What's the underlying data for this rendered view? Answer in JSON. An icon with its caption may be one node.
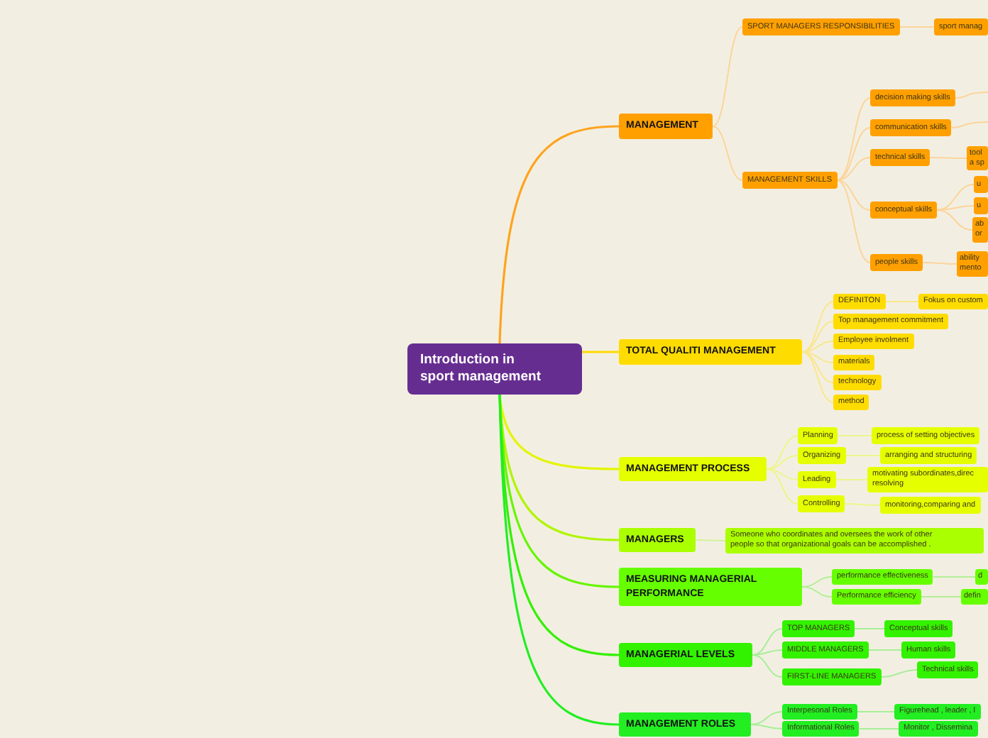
{
  "diagram": {
    "nodes": [
      {
        "text": [
          "Introduction in sport management"
        ]
      },
      {
        "text": [
          "MANAGEMENT"
        ]
      },
      {
        "text": [
          "SPORT MANAGERS RESPONSIBILITIES"
        ]
      },
      {
        "text": [
          "sport manag"
        ]
      },
      {
        "text": [
          "MANAGEMENT SKILLS"
        ]
      },
      {
        "text": [
          "decision making skills"
        ]
      },
      {
        "text": [
          "communication skills"
        ]
      },
      {
        "text": [
          "technical skills"
        ]
      },
      {
        "text": [
          "tool a sp"
        ]
      },
      {
        "text": [
          "conceptual skills"
        ]
      },
      {
        "text": [
          "u"
        ]
      },
      {
        "text": [
          "u"
        ]
      },
      {
        "text": [
          "ab or"
        ]
      },
      {
        "text": [
          "people skills"
        ]
      },
      {
        "text": [
          "ability mento"
        ]
      },
      {
        "text": [
          "TOTAL QUALITI MANAGEMENT"
        ]
      },
      {
        "text": [
          "DEFINITON"
        ]
      },
      {
        "text": [
          "Fokus on custom"
        ]
      },
      {
        "text": [
          "Top management commitment"
        ]
      },
      {
        "text": [
          "Employee involment"
        ]
      },
      {
        "text": [
          "materials"
        ]
      },
      {
        "text": [
          "technology"
        ]
      },
      {
        "text": [
          "method"
        ]
      },
      {
        "text": [
          "MANAGEMENT PROCESS"
        ]
      },
      {
        "text": [
          "Planning"
        ]
      },
      {
        "text": [
          "process of setting objectives"
        ]
      },
      {
        "text": [
          "Organizing"
        ]
      },
      {
        "text": [
          "arranging and structuring"
        ]
      },
      {
        "text": [
          "Leading"
        ]
      },
      {
        "text": [
          "motivating subordinates,direc resolving"
        ]
      },
      {
        "text": [
          "Controlling"
        ]
      },
      {
        "text": [
          "monitoring,comparing and"
        ]
      },
      {
        "text": [
          "MANAGERS"
        ]
      },
      {
        "text": [
          "Someone who coordinates and oversees the work of other people so that organizational goals can be accomplished ."
        ]
      },
      {
        "text": [
          "MEASURING MANAGERIAL PERFORMANCE"
        ]
      },
      {
        "text": [
          "performance effectiveness"
        ]
      },
      {
        "text": [
          "d"
        ]
      },
      {
        "text": [
          "Performance efficiency"
        ]
      },
      {
        "text": [
          "defin"
        ]
      },
      {
        "text": [
          "MANAGERIAL LEVELS"
        ]
      },
      {
        "text": [
          "TOP MANAGERS"
        ]
      },
      {
        "text": [
          "Conceptual skills"
        ]
      },
      {
        "text": [
          "MIDDLE MANAGERS"
        ]
      },
      {
        "text": [
          "Human skills"
        ]
      },
      {
        "text": [
          "FIRST-LINE MANAGERS"
        ]
      },
      {
        "text": [
          "Technical skills"
        ]
      },
      {
        "text": [
          "MANAGEMENT ROLES"
        ]
      },
      {
        "text": [
          "Interpesonal Roles"
        ]
      },
      {
        "text": [
          "Figurehead , leader , l"
        ]
      },
      {
        "text": [
          "Informational Roles"
        ]
      },
      {
        "text": [
          "Monitor , Dissemina"
        ]
      }
    ],
    "edges": [
      {
        "from": 0,
        "to": 1,
        "arrow": "none",
        "color": "#ffa31f"
      },
      {
        "from": 0,
        "to": 15,
        "arrow": "none",
        "color": "#ffd900"
      },
      {
        "from": 0,
        "to": 23,
        "arrow": "none",
        "color": "#e3f500"
      },
      {
        "from": 0,
        "to": 32,
        "arrow": "none",
        "color": "#b0f500"
      },
      {
        "from": 0,
        "to": 34,
        "arrow": "none",
        "color": "#66f500"
      },
      {
        "from": 0,
        "to": 39,
        "arrow": "none",
        "color": "#33f000"
      },
      {
        "from": 0,
        "to": 46,
        "arrow": "none",
        "color": "#22ee22"
      },
      {
        "from": 1,
        "to": 2,
        "arrow": "none",
        "color": "#fcd49a"
      },
      {
        "from": 2,
        "to": 3,
        "arrow": "none",
        "color": "#fcd49a"
      },
      {
        "from": 1,
        "to": 4,
        "arrow": "none",
        "color": "#fcd49a"
      },
      {
        "from": 4,
        "to": 5,
        "arrow": "none",
        "color": "#fcd49a"
      },
      {
        "from": 5,
        "to": null,
        "arrow": "none",
        "color": "#fcd49a"
      },
      {
        "from": 4,
        "to": 6,
        "arrow": "none",
        "color": "#fcd49a"
      },
      {
        "from": 6,
        "to": null,
        "arrow": "none",
        "color": "#fcd49a"
      },
      {
        "from": 4,
        "to": 7,
        "arrow": "none",
        "color": "#fcd49a"
      },
      {
        "from": 7,
        "to": 8,
        "arrow": "none",
        "color": "#fcd49a"
      },
      {
        "from": 4,
        "to": 9,
        "arrow": "none",
        "color": "#fcd49a"
      },
      {
        "from": 9,
        "to": 10,
        "arrow": "none",
        "color": "#fcd49a"
      },
      {
        "from": 9,
        "to": 11,
        "arrow": "none",
        "color": "#fcd49a"
      },
      {
        "from": 9,
        "to": 12,
        "arrow": "none",
        "color": "#fcd49a"
      },
      {
        "from": 4,
        "to": 13,
        "arrow": "none",
        "color": "#fcd49a"
      },
      {
        "from": 13,
        "to": 14,
        "arrow": "none",
        "color": "#fcd49a"
      },
      {
        "from": 15,
        "to": 16,
        "arrow": "none",
        "color": "#fbe68c"
      },
      {
        "from": 16,
        "to": 17,
        "arrow": "none",
        "color": "#fbe68c"
      },
      {
        "from": 15,
        "to": 18,
        "arrow": "none",
        "color": "#fbe68c"
      },
      {
        "from": 15,
        "to": 19,
        "arrow": "none",
        "color": "#fbe68c"
      },
      {
        "from": 15,
        "to": 20,
        "arrow": "none",
        "color": "#fbe68c"
      },
      {
        "from": 15,
        "to": 21,
        "arrow": "none",
        "color": "#fbe68c"
      },
      {
        "from": 15,
        "to": 22,
        "arrow": "none",
        "color": "#fbe68c"
      },
      {
        "from": 23,
        "to": 24,
        "arrow": "none",
        "color": "#eef58c"
      },
      {
        "from": 24,
        "to": 25,
        "arrow": "none",
        "color": "#eef58c"
      },
      {
        "from": 23,
        "to": 26,
        "arrow": "none",
        "color": "#eef58c"
      },
      {
        "from": 26,
        "to": 27,
        "arrow": "none",
        "color": "#eef58c"
      },
      {
        "from": 23,
        "to": 28,
        "arrow": "none",
        "color": "#eef58c"
      },
      {
        "from": 28,
        "to": 29,
        "arrow": "none",
        "color": "#eef58c"
      },
      {
        "from": 23,
        "to": 30,
        "arrow": "none",
        "color": "#eef58c"
      },
      {
        "from": 30,
        "to": 31,
        "arrow": "none",
        "color": "#eef58c"
      },
      {
        "from": 32,
        "to": 33,
        "arrow": "none",
        "color": "#d3f29c"
      },
      {
        "from": 34,
        "to": 35,
        "arrow": "none",
        "color": "#b3ee96"
      },
      {
        "from": 35,
        "to": 36,
        "arrow": "none",
        "color": "#b3ee96"
      },
      {
        "from": 34,
        "to": 37,
        "arrow": "none",
        "color": "#b3ee96"
      },
      {
        "from": 37,
        "to": 38,
        "arrow": "none",
        "color": "#b3ee96"
      },
      {
        "from": 39,
        "to": 40,
        "arrow": "none",
        "color": "#a8ee98"
      },
      {
        "from": 40,
        "to": 41,
        "arrow": "none",
        "color": "#a8ee98"
      },
      {
        "from": 39,
        "to": 42,
        "arrow": "none",
        "color": "#a8ee98"
      },
      {
        "from": 42,
        "to": 43,
        "arrow": "none",
        "color": "#a8ee98"
      },
      {
        "from": 39,
        "to": 44,
        "arrow": "none",
        "color": "#a8ee98"
      },
      {
        "from": 44,
        "to": 45,
        "arrow": "none",
        "color": "#a8ee98"
      },
      {
        "from": 46,
        "to": 47,
        "arrow": "none",
        "color": "#a8ee98"
      },
      {
        "from": 47,
        "to": 48,
        "arrow": "none",
        "color": "#a8ee98"
      },
      {
        "from": 46,
        "to": 49,
        "arrow": "none",
        "color": "#a8ee98"
      },
      {
        "from": 49,
        "to": 50,
        "arrow": "none",
        "color": "#a8ee98"
      }
    ]
  }
}
